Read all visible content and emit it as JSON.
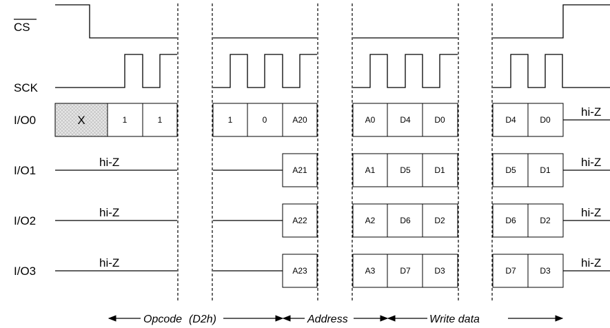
{
  "signals": {
    "cs": "CS",
    "sck": "SCK",
    "io0": "I/O0",
    "io1": "I/O1",
    "io2": "I/O2",
    "io3": "I/O3"
  },
  "hiz_label": "hi-Z",
  "io0_cells": {
    "dont_care": "X",
    "opcode_a": [
      "1",
      "1"
    ],
    "opcode_b": [
      "1",
      "0"
    ],
    "addr": "A20",
    "addr_low": "A0",
    "data_first": [
      "D4",
      "D0"
    ],
    "data_last": [
      "D4",
      "D0"
    ]
  },
  "io1_cells": {
    "addr": "A21",
    "addr_low": "A1",
    "data_first": [
      "D5",
      "D1"
    ],
    "data_last": [
      "D5",
      "D1"
    ]
  },
  "io2_cells": {
    "addr": "A22",
    "addr_low": "A2",
    "data_first": [
      "D6",
      "D2"
    ],
    "data_last": [
      "D6",
      "D2"
    ]
  },
  "io3_cells": {
    "addr": "A23",
    "addr_low": "A3",
    "data_first": [
      "D7",
      "D3"
    ],
    "data_last": [
      "D7",
      "D3"
    ]
  },
  "phases": {
    "opcode": "Opcode",
    "opcode_hex": "(D2h)",
    "address": "Address",
    "write_data": "Write data"
  }
}
